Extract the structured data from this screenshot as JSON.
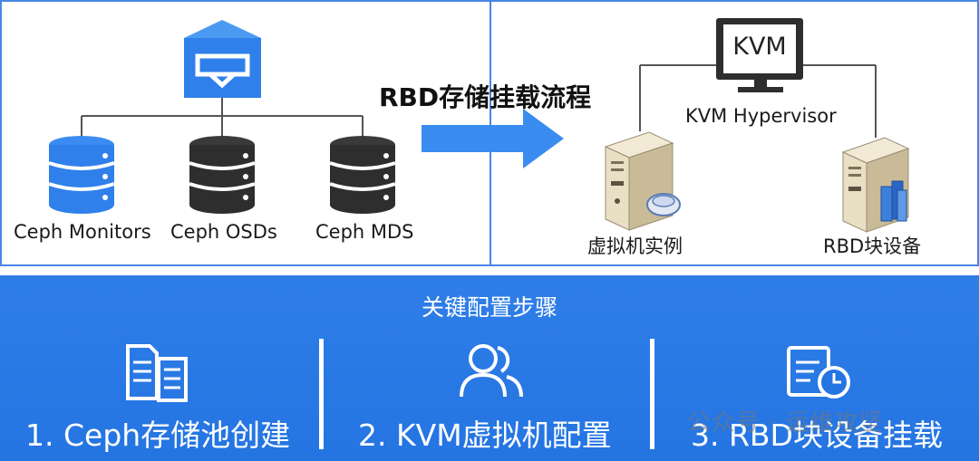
{
  "flow_title": "RBD存储挂载流程",
  "ceph": {
    "monitors": "Ceph Monitors",
    "osds": "Ceph OSDs",
    "mds": "Ceph MDS"
  },
  "kvm": {
    "screen_text": "KVM",
    "hypervisor": "KVM Hypervisor",
    "vm_instance": "虚拟机实例",
    "rbd_device": "RBD块设备"
  },
  "steps_panel": {
    "title": "关键配置步骤",
    "steps": [
      {
        "label": "1. Ceph存储池创建",
        "icon": "documents-icon"
      },
      {
        "label": "2. KVM虚拟机配置",
        "icon": "users-icon"
      },
      {
        "label": "3. RBD块设备挂载",
        "icon": "schedule-document-icon"
      }
    ]
  },
  "watermark": "公众号 · 运维攻坚",
  "colors": {
    "panel_blue": "#2474e2",
    "accent_blue": "#3b8cf0",
    "dark_server": "#2e2e2e"
  }
}
